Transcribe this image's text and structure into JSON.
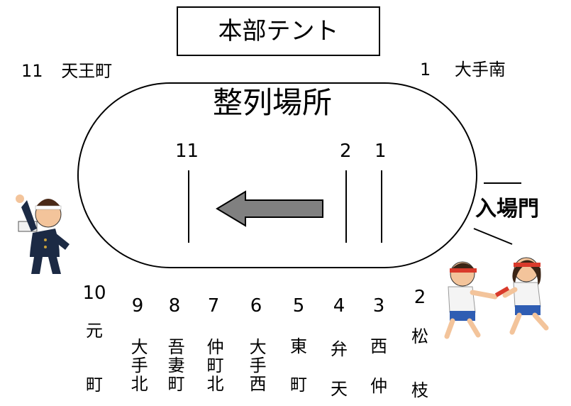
{
  "tent": {
    "label": "本部テント"
  },
  "area": {
    "title": "整列場所"
  },
  "corners": {
    "top_left": {
      "num": "11",
      "name": "天王町"
    },
    "top_right": {
      "num": "1",
      "name": "大手南"
    }
  },
  "lanes": {
    "left": "11",
    "mid": "2",
    "right": "1"
  },
  "gate": {
    "label": "入場門"
  },
  "columns": [
    {
      "num": "10",
      "top": "元",
      "bottom": "町"
    },
    {
      "num": "9",
      "name": "大手北"
    },
    {
      "num": "8",
      "name": "吾妻町"
    },
    {
      "num": "7",
      "name": "仲町北"
    },
    {
      "num": "6",
      "name": "大手西"
    },
    {
      "num": "5",
      "top": "東",
      "bottom": "町"
    },
    {
      "num": "4",
      "top": "弁",
      "bottom": "天"
    },
    {
      "num": "3",
      "top": "西",
      "bottom": "仲"
    },
    {
      "num": "2",
      "top": "松",
      "bottom": "枝"
    }
  ],
  "colors": {
    "arrow_fill": "#808080",
    "line": "#000000",
    "headband": "#d93a2b",
    "uniform": "#1c2a44",
    "shorts": "#2f5db3"
  }
}
